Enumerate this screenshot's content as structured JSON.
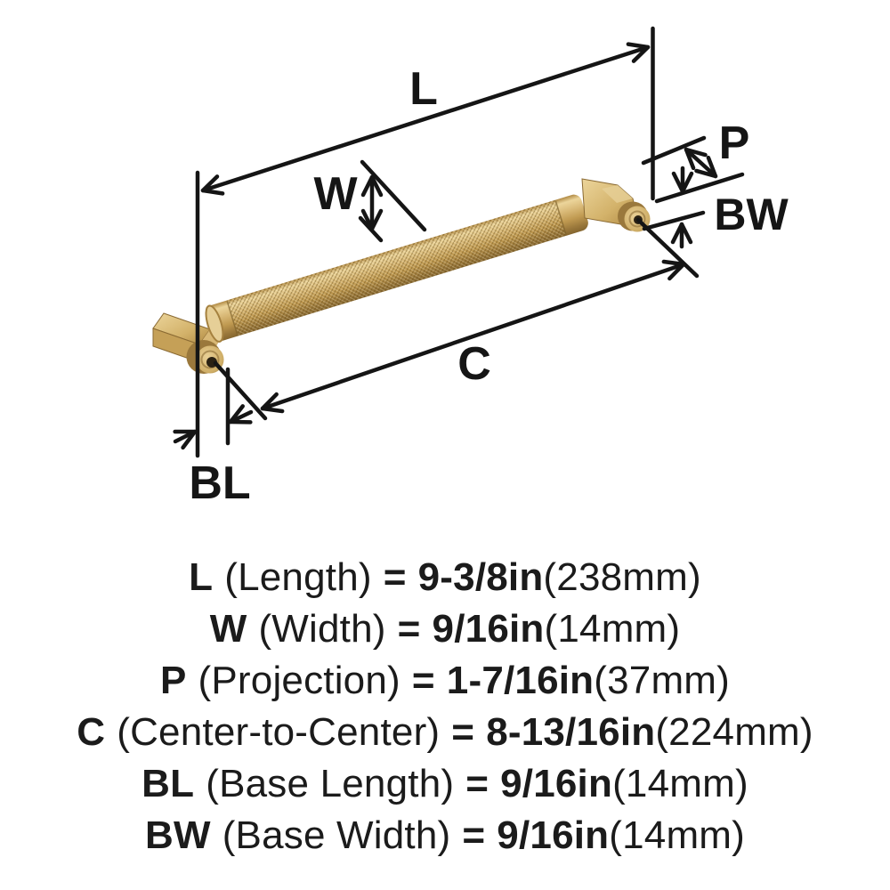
{
  "diagram": {
    "labels": {
      "length": "L",
      "width": "W",
      "projection": "P",
      "center_to_center": "C",
      "base_length": "BL",
      "base_width": "BW"
    },
    "colors": {
      "line": "#151515",
      "handle_light": "#ecd59b",
      "handle_mid": "#c9a45c",
      "handle_dark": "#8a6a33",
      "hole": "#2a2113"
    }
  },
  "specs": [
    {
      "code": "L",
      "name": "(Length)",
      "eq": "=",
      "value": "9-3/8in",
      "metric": "(238mm)"
    },
    {
      "code": "W",
      "name": "(Width)",
      "eq": "=",
      "value": "9/16in",
      "metric": "(14mm)"
    },
    {
      "code": "P",
      "name": "(Projection)",
      "eq": "=",
      "value": "1-7/16in",
      "metric": "(37mm)"
    },
    {
      "code": "C",
      "name": "(Center-to-Center)",
      "eq": "=",
      "value": "8-13/16in",
      "metric": "(224mm)"
    },
    {
      "code": "BL",
      "name": "(Base Length)",
      "eq": "=",
      "value": "9/16in",
      "metric": "(14mm)"
    },
    {
      "code": "BW",
      "name": "(Base Width)",
      "eq": "=",
      "value": "9/16in",
      "metric": "(14mm)"
    }
  ]
}
